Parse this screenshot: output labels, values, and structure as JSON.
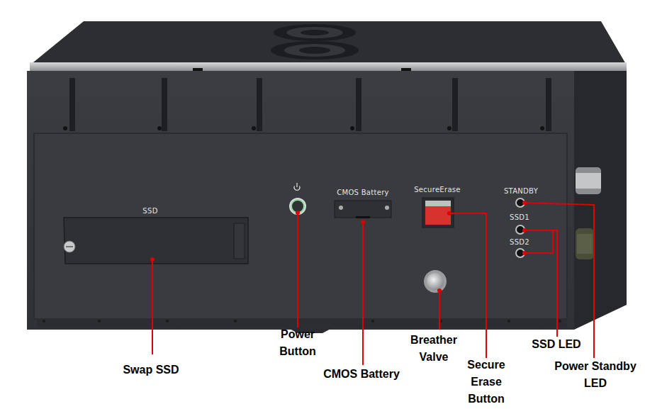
{
  "diagram": {
    "labels": [
      "SSD",
      "CMOS Battery",
      "SecureErase",
      "STANDBY",
      "SSD1",
      "SSD2",
      "Swap SSD",
      "Power Button",
      "CMOS Battery",
      "Breather Valve",
      "Secure Erase Button",
      "SSD LED",
      "Power Standby LED"
    ]
  }
}
